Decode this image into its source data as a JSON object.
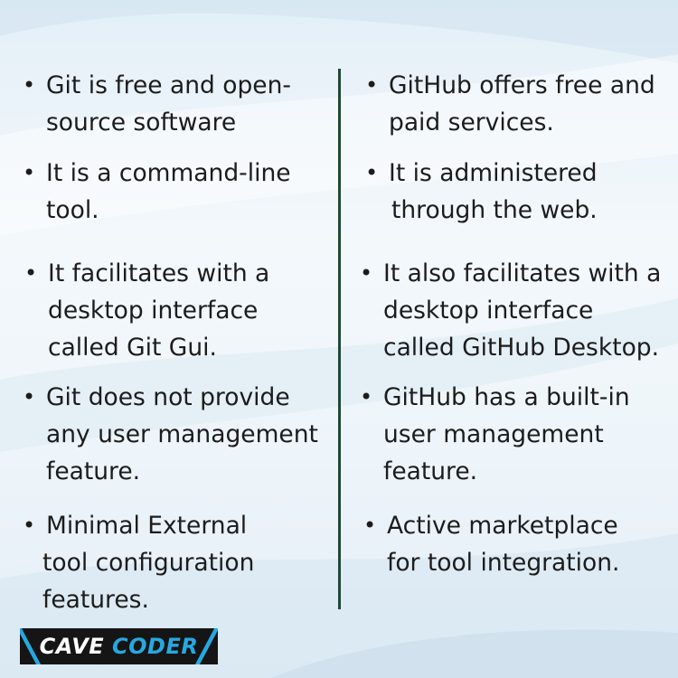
{
  "left_column": [
    {
      "lines": [
        "Git is free and open-",
        "source software"
      ]
    },
    {
      "lines": [
        "It is a command-line",
        "tool."
      ]
    },
    {
      "lines": [
        "It facilitates with a",
        "desktop interface",
        "called Git Gui."
      ]
    },
    {
      "lines": [
        "Git does not provide",
        "any user management",
        "feature."
      ]
    },
    {
      "lines": [
        "Minimal External",
        "tool configuration",
        "features."
      ]
    }
  ],
  "right_column": [
    {
      "lines": [
        "GitHub offers free and",
        "paid services."
      ]
    },
    {
      "lines": [
        "It is administered",
        "through the web."
      ]
    },
    {
      "lines": [
        "It also facilitates with a",
        "desktop interface",
        "called GitHub Desktop."
      ]
    },
    {
      "lines": [
        "GitHub has a built-in",
        "user management",
        "feature."
      ]
    },
    {
      "lines": [
        "Active marketplace",
        "for tool integration."
      ]
    }
  ],
  "bullet_glyph": "•",
  "logo": {
    "word1": "CAVE",
    "word2": "CODER"
  },
  "colors": {
    "divider": "#1c4a32",
    "logo_bg": "#151515",
    "logo_accent": "#27a8e0",
    "text": "#1c1c1c"
  }
}
